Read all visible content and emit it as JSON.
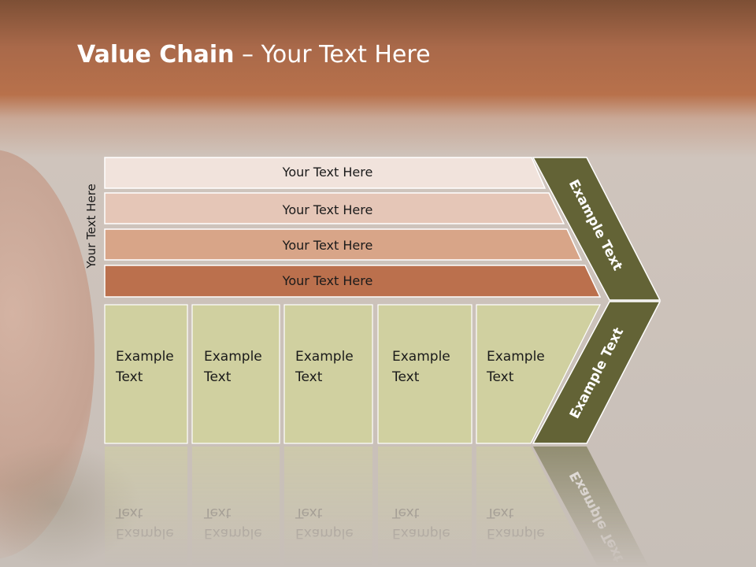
{
  "slide": {
    "title_bold": "Value Chain",
    "title_rest": " – Your Text Here",
    "side_label": "Your Text Here"
  },
  "support_rows": [
    {
      "label": "Your Text Here",
      "color": "#f1e3dc"
    },
    {
      "label": "Your Text Here",
      "color": "#e5c6b7"
    },
    {
      "label": "Your Text Here",
      "color": "#d8a588"
    },
    {
      "label": "Your Text Here",
      "color": "#bb704d"
    }
  ],
  "primary_blocks": [
    {
      "line1": "Example",
      "line2": "Text"
    },
    {
      "line1": "Example",
      "line2": "Text"
    },
    {
      "line1": "Example",
      "line2": "Text"
    },
    {
      "line1": "Example",
      "line2": "Text"
    },
    {
      "line1": "Example",
      "line2": "Text"
    }
  ],
  "arrow": {
    "upper_label": "Example Text",
    "lower_label": "Example Text",
    "color": "#636336"
  },
  "colors": {
    "title_band": "#b8714b",
    "block_fill": "#d0d0a0"
  }
}
